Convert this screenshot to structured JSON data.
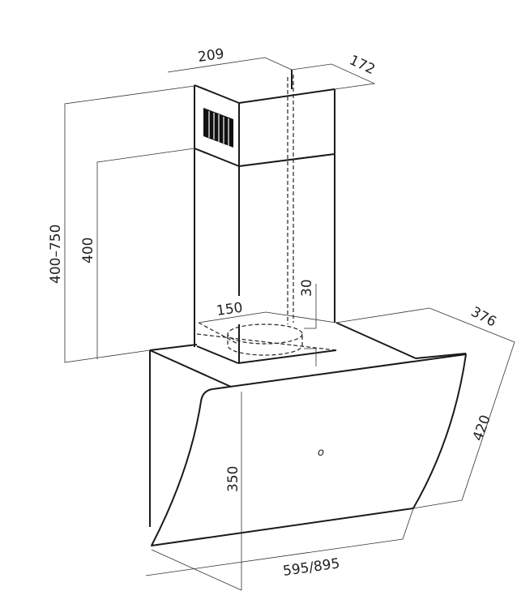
{
  "title": "Cooker hood dimension drawing",
  "dimensions": {
    "chimney_width": "209",
    "chimney_depth": "172",
    "total_height": "400–750",
    "chimney_height": "400",
    "outlet_offset": "30",
    "outlet_diameter": "150",
    "hood_depth": "376",
    "glass_height": "420",
    "front_height": "350",
    "hood_width": "595/895"
  },
  "control_symbol": "o"
}
